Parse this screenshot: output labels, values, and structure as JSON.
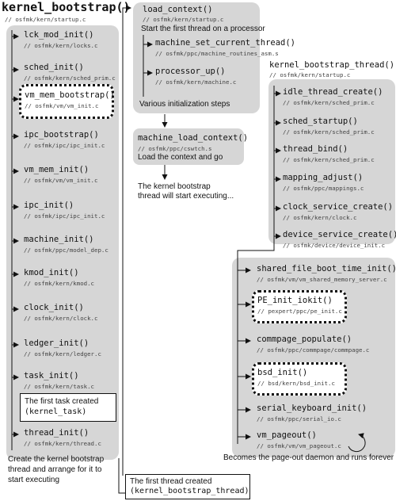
{
  "title": "kernel_bootstrap()",
  "title_path": "// osfmk/kern/startup.c",
  "col1": {
    "items": [
      {
        "fn": "lck_mod_init()",
        "path": "// osfmk/kern/locks.c"
      },
      {
        "fn": "sched_init()",
        "path": "// osfmk/kern/sched_prim.c"
      },
      {
        "fn": "vm_mem_bootstrap()",
        "path": "// osfmk/vm/vm_init.c"
      },
      {
        "fn": "ipc_bootstrap()",
        "path": "// osfmk/ipc/ipc_init.c"
      },
      {
        "fn": "vm_mem_init()",
        "path": "// osfmk/vm/vm_init.c"
      },
      {
        "fn": "ipc_init()",
        "path": "// osfmk/ipc/ipc_init.c"
      },
      {
        "fn": "machine_init()",
        "path": "// osfmk/ppc/model_dep.c"
      },
      {
        "fn": "kmod_init()",
        "path": "// osfmk/kern/kmod.c"
      },
      {
        "fn": "clock_init()",
        "path": "// osfmk/kern/clock.c"
      },
      {
        "fn": "ledger_init()",
        "path": "// osfmk/kern/ledger.c"
      },
      {
        "fn": "task_init()",
        "path": "// osfmk/kern/task.c"
      },
      {
        "fn": "thread_init()",
        "path": "// osfmk/kern/thread.c"
      }
    ],
    "task_note_line1": "The first task created",
    "task_note_line2": "(kernel_task)",
    "bottom_line1": "Create the kernel bootstrap",
    "bottom_line2": "thread and arrange for it to",
    "bottom_line3": "start executing"
  },
  "col2": {
    "load_context": {
      "fn": "load_context()",
      "path": "// osfmk/kern/startup.c"
    },
    "start_text": "Start the first thread on a processor",
    "machine_set_current_thread": {
      "fn": "machine_set_current_thread()",
      "path": "// osfmk/ppc/machine_routines_asm.s"
    },
    "processor_up": {
      "fn": "processor_up()",
      "path": "// osfmk/kern/machine.c"
    },
    "various_text": "Various initialization steps",
    "machine_load_context": {
      "fn": "machine_load_context()",
      "path": "// osfmk/ppc/cswtch.s"
    },
    "load_text": "Load the context and go",
    "executing_line1": "The kernel bootstrap",
    "executing_line2": "thread will start executing...",
    "first_thread_line1": "The first thread created",
    "first_thread_line2": "(kernel_bootstrap_thread)"
  },
  "col3": {
    "header": {
      "fn": "kernel_bootstrap_thread()",
      "path": "// osfmk/kern/startup.c"
    },
    "items": [
      {
        "fn": "idle_thread_create()",
        "path": "// osfmk/kern/sched_prim.c"
      },
      {
        "fn": "sched_startup()",
        "path": "// osfmk/kern/sched_prim.c"
      },
      {
        "fn": "thread_bind()",
        "path": "// osfmk/kern/sched_prim.c"
      },
      {
        "fn": "mapping_adjust()",
        "path": "// osfmk/ppc/mappings.c"
      },
      {
        "fn": "clock_service_create()",
        "path": "// osfmk/kern/clock.c"
      },
      {
        "fn": "device_service_create()",
        "path": "// osfmk/device/device_init.c"
      }
    ]
  },
  "col4": {
    "items": [
      {
        "fn": "shared_file_boot_time_init()",
        "path": "// osfmk/vm/vm_shared_memory_server.c"
      },
      {
        "fn": "PE_init_iokit()",
        "path": "// pexpert/ppc/pe_init.c"
      },
      {
        "fn": "commpage_populate()",
        "path": "// osfmk/ppc/commpage/commpage.c"
      },
      {
        "fn": "bsd_init()",
        "path": "// bsd/kern/bsd_init.c"
      },
      {
        "fn": "serial_keyboard_init()",
        "path": "// osfmk/ppc/serial_io.c"
      },
      {
        "fn": "vm_pageout()",
        "path": "// osfmk/vm/vm_pageout.c"
      }
    ],
    "pageout_text": "Becomes the page-out daemon and runs forever"
  }
}
